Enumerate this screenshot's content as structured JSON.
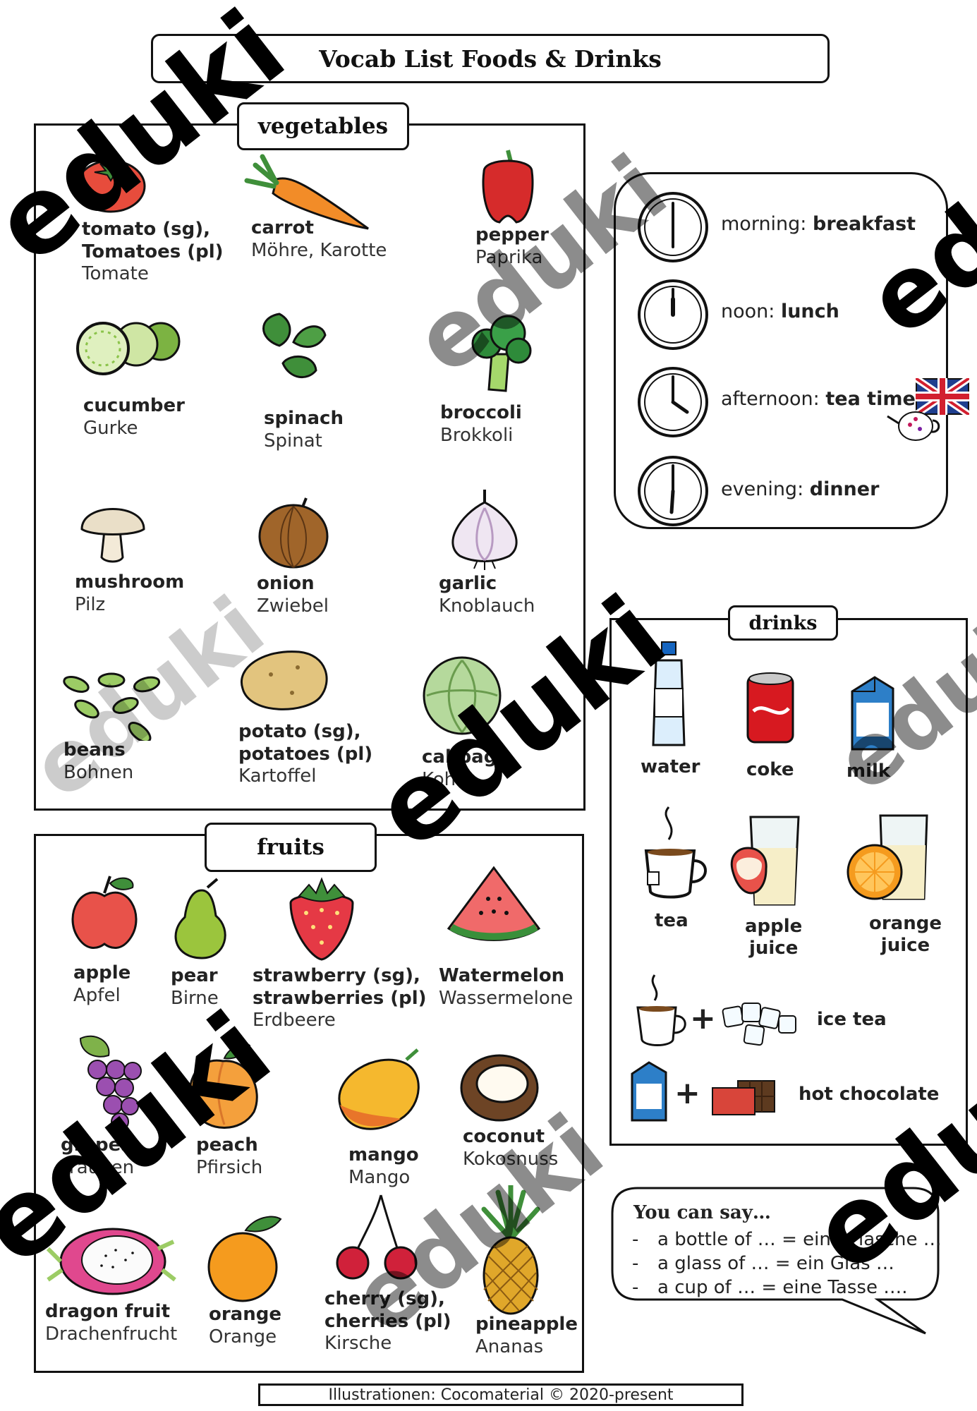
{
  "title": "Vocab List Foods & Drinks",
  "vegetables": {
    "heading": "vegetables",
    "items": [
      {
        "en": "tomato (sg),\nTomatoes (pl)",
        "de": "Tomate",
        "icon": "tomato-icon",
        "color": "#e74c3c"
      },
      {
        "en": "carrot",
        "de": "Möhre, Karotte",
        "icon": "carrot-icon",
        "color": "#f28c28"
      },
      {
        "en": "pepper",
        "de": "Paprika",
        "icon": "pepper-icon",
        "color": "#d62b2b"
      },
      {
        "en": "cucumber",
        "de": "Gurke",
        "icon": "cucumber-icon",
        "color": "#2e7d32"
      },
      {
        "en": "spinach",
        "de": "Spinat",
        "icon": "spinach-icon",
        "color": "#3f8f3a"
      },
      {
        "en": "broccoli",
        "de": "Brokkoli",
        "icon": "broccoli-icon",
        "color": "#4caf50"
      },
      {
        "en": "mushroom",
        "de": "Pilz",
        "icon": "mushroom-icon",
        "color": "#eadfc8"
      },
      {
        "en": "onion",
        "de": "Zwiebel",
        "icon": "onion-icon",
        "color": "#a0652a"
      },
      {
        "en": "garlic",
        "de": "Knoblauch",
        "icon": "garlic-icon",
        "color": "#efe6f2"
      },
      {
        "en": "beans",
        "de": "Bohnen",
        "icon": "beans-icon",
        "color": "#9ccc65"
      },
      {
        "en": "potato (sg),\npotatoes (pl)",
        "de": "Kartoffel",
        "icon": "potato-icon",
        "color": "#e2c47e"
      },
      {
        "en": "cabbage",
        "de": "Kohl",
        "icon": "cabbage-icon",
        "color": "#b5d99c"
      }
    ]
  },
  "meals": {
    "items": [
      {
        "prefix": "morning: ",
        "meal": "breakfast"
      },
      {
        "prefix": "noon: ",
        "meal": "lunch"
      },
      {
        "prefix": "afternoon: ",
        "meal": "tea time"
      },
      {
        "prefix": "evening: ",
        "meal": "dinner"
      }
    ],
    "icons": [
      "clock-icon",
      "uk-flag-icon",
      "teapot-icon"
    ]
  },
  "fruits": {
    "heading": "fruits",
    "items": [
      {
        "en": "apple",
        "de": "Apfel",
        "icon": "apple-icon",
        "color": "#e8524a"
      },
      {
        "en": "pear",
        "de": "Birne",
        "icon": "pear-icon",
        "color": "#9bc53d"
      },
      {
        "en": "strawberry (sg),\nstrawberries (pl)",
        "de": "Erdbeere",
        "icon": "strawberry-icon",
        "color": "#e53945"
      },
      {
        "en": "Watermelon",
        "de": "Wassermelone",
        "icon": "watermelon-icon",
        "color": "#f06a6a"
      },
      {
        "en": "grapes",
        "de": "Trauben",
        "icon": "grapes-icon",
        "color": "#9b4fb0"
      },
      {
        "en": "peach",
        "de": "Pfirsich",
        "icon": "peach-icon",
        "color": "#f4a03c"
      },
      {
        "en": "mango",
        "de": "Mango",
        "icon": "mango-icon",
        "color": "#f5b82e"
      },
      {
        "en": "coconut",
        "de": "Kokosnuss",
        "icon": "coconut-icon",
        "color": "#6d4425"
      },
      {
        "en": "dragon fruit",
        "de": "Drachenfrucht",
        "icon": "dragon-fruit-icon",
        "color": "#e0488e"
      },
      {
        "en": "orange",
        "de": "Orange",
        "icon": "orange-icon",
        "color": "#f59b1e"
      },
      {
        "en": "cherry (sg),\ncherries (pl)",
        "de": "Kirsche",
        "icon": "cherry-icon",
        "color": "#d0213a"
      },
      {
        "en": "pineapple",
        "de": "Ananas",
        "icon": "pineapple-icon",
        "color": "#e0a72a"
      }
    ]
  },
  "drinks": {
    "heading": "drinks",
    "items": [
      {
        "label": "water",
        "icon": "water-bottle-icon"
      },
      {
        "label": "coke",
        "icon": "coke-can-icon"
      },
      {
        "label": "milk",
        "icon": "milk-carton-icon"
      },
      {
        "label": "tea",
        "icon": "tea-cup-icon"
      },
      {
        "label": "apple\njuice",
        "icon": "apple-juice-icon"
      },
      {
        "label": "orange\njuice",
        "icon": "orange-juice-icon"
      }
    ],
    "combos": [
      {
        "label": "ice tea",
        "icons": [
          "tea-cup-icon",
          "plus-icon",
          "ice-cubes-icon"
        ]
      },
      {
        "label": "hot chocolate",
        "icons": [
          "milk-carton-icon",
          "plus-icon",
          "chocolate-bar-icon"
        ]
      }
    ],
    "plus": "+"
  },
  "say": {
    "heading": "You can say…",
    "lines": [
      "a bottle of … = eine Flasche …",
      "a glass of … = ein Glas …",
      "a cup of … = eine Tasse …."
    ],
    "bullet": "-"
  },
  "watermark": "eduki",
  "footer": "Illustrationen: Cocomaterial © 2020-present"
}
